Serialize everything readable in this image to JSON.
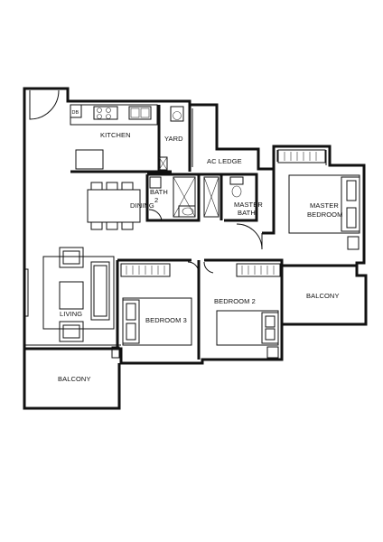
{
  "rooms": {
    "kitchen": "KITCHEN",
    "yard": "YARD",
    "ac_ledge": "AC LEDGE",
    "dining": "DINING",
    "bath2_line1": "BATH",
    "bath2_line2": "2",
    "master_bath_line1": "MASTER",
    "master_bath_line2": "BATH",
    "master_bedroom_line1": "MASTER",
    "master_bedroom_line2": "BEDROOM",
    "living": "LIVING",
    "bedroom3": "BEDROOM 3",
    "bedroom2": "BEDROOM 2",
    "balcony_left": "BALCONY",
    "balcony_right": "BALCONY"
  },
  "fixtures": {
    "db_label": "DB"
  }
}
